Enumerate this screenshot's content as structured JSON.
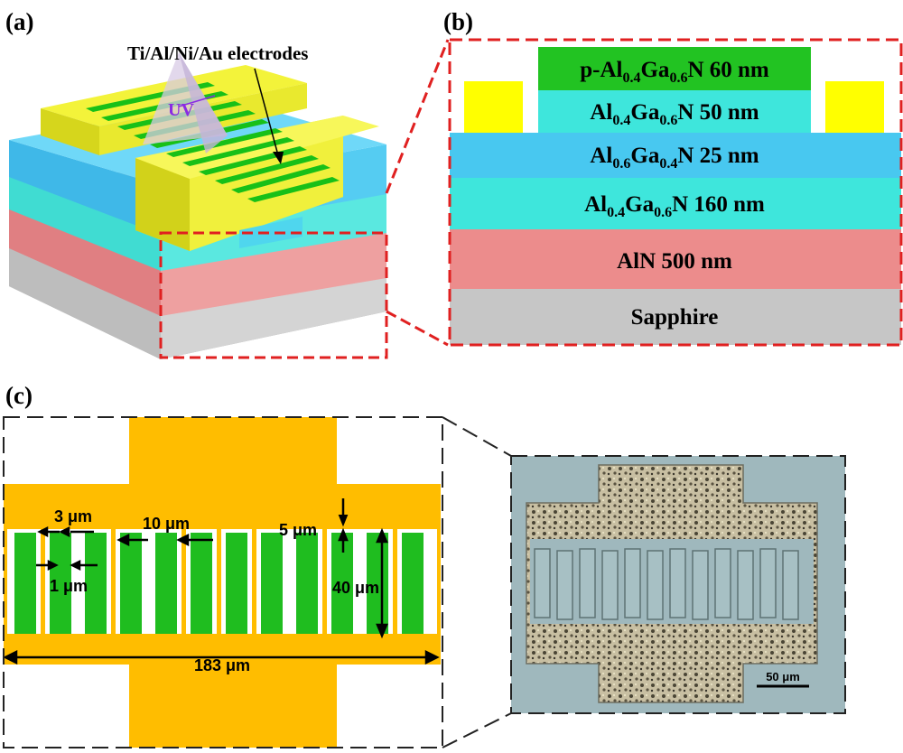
{
  "panels": {
    "a": "(a)",
    "b": "(b)",
    "c": "(c)"
  },
  "panel_a": {
    "electrode_label": "Ti/Al/Ni/Au electrodes",
    "uv_label": "UV"
  },
  "panel_b": {
    "layers": [
      {
        "base": "p-Al",
        "s1": "0.4",
        "mid": "Ga",
        "s2": "0.6",
        "tail": "N 60 nm",
        "color": "#22c322"
      },
      {
        "base": "Al",
        "s1": "0.4",
        "mid": "Ga",
        "s2": "0.6",
        "tail": "N 50 nm",
        "color": "#3ee6dc"
      },
      {
        "base": "Al",
        "s1": "0.6",
        "mid": "Ga",
        "s2": "0.4",
        "tail": "N 25 nm",
        "color": "#48c8f0"
      },
      {
        "base": "Al",
        "s1": "0.4",
        "mid": "Ga",
        "s2": "0.6",
        "tail": "N 160 nm",
        "color": "#3ee6dc"
      },
      {
        "base": "AlN 500 nm",
        "color": "#ec8c8c"
      },
      {
        "base": "Sapphire",
        "color": "#c6c6c6"
      }
    ],
    "electrode_color": "#ffff00"
  },
  "panel_c": {
    "dim_gap": "3 μm",
    "dim_width": "10 μm",
    "dim_margin": "5 μm",
    "dim_spacing": "1 μm",
    "dim_height": "40 μm",
    "dim_total": "183 μm",
    "scale_bar": "50 μm",
    "electrode_color": "#ffbd00",
    "finger_color": "#1fbd1f"
  }
}
